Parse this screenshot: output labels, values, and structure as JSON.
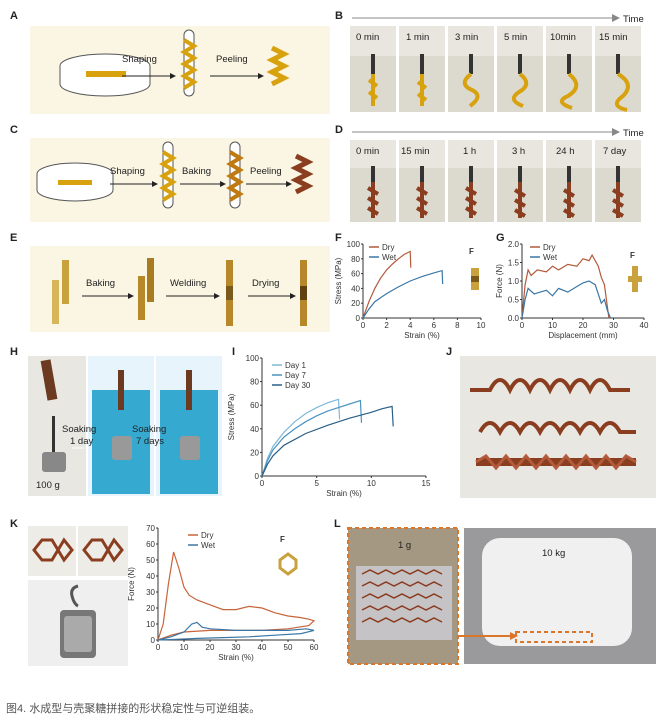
{
  "panels": {
    "A": {
      "label": "A",
      "steps": [
        "Shaping",
        "Peeling"
      ]
    },
    "B": {
      "label": "B",
      "time_label": "Time",
      "frames": [
        "0 min",
        "1 min",
        "3 min",
        "5 min",
        "10min",
        "15 min"
      ]
    },
    "C": {
      "label": "C",
      "steps": [
        "Shaping",
        "Baking",
        "Peeling"
      ]
    },
    "D": {
      "label": "D",
      "time_label": "Time",
      "frames": [
        "0 min",
        "15 min",
        "1 h",
        "3 h",
        "24 h",
        "7 day"
      ]
    },
    "E": {
      "label": "E",
      "steps": [
        "Baking",
        "Weldiing",
        "Drying"
      ]
    },
    "F": {
      "label": "F"
    },
    "G": {
      "label": "G"
    },
    "H": {
      "label": "H",
      "labels": [
        "Soaking\n1 day",
        "Soaking\n7 days",
        "100 g"
      ]
    },
    "I": {
      "label": "I"
    },
    "J": {
      "label": "J"
    },
    "K": {
      "label": "K"
    },
    "L": {
      "label": "L",
      "weights": [
        "1 g",
        "10 kg"
      ]
    }
  },
  "caption": "图4. 水成型与壳聚糖拼接的形状稳定性与可逆组装。",
  "colors": {
    "dry": "#b35a3c",
    "wet": "#3b77a6",
    "amber": "#d8a20e",
    "brown": "#8a3d1f",
    "blue_liquid": "#35a9cf",
    "orange_dash": "#d9762a"
  },
  "chart_data": [
    {
      "id": "F",
      "type": "line",
      "xlabel": "Strain (%)",
      "ylabel": "Stress (MPa)",
      "xlim": [
        0,
        10
      ],
      "ylim": [
        0,
        100
      ],
      "xticks": [
        0,
        2,
        4,
        6,
        8,
        10
      ],
      "yticks": [
        0,
        20,
        40,
        60,
        80,
        100
      ],
      "series": [
        {
          "name": "Dry",
          "color": "#b35a3c",
          "x": [
            0,
            0.5,
            1,
            1.5,
            2,
            2.5,
            3,
            3.5,
            4,
            4.05
          ],
          "y": [
            0,
            22,
            40,
            54,
            65,
            73,
            80,
            86,
            90,
            68
          ]
        },
        {
          "name": "Wet",
          "color": "#3b77a6",
          "x": [
            0,
            0.5,
            1,
            2,
            3,
            4,
            5,
            6,
            6.7,
            6.75
          ],
          "y": [
            0,
            12,
            22,
            33,
            42,
            50,
            56,
            61,
            64,
            46
          ]
        }
      ],
      "annotation": "F"
    },
    {
      "id": "G",
      "type": "line",
      "xlabel": "Displacement (mm)",
      "ylabel": "Force (N)",
      "xlim": [
        0,
        40
      ],
      "ylim": [
        0,
        2.0
      ],
      "xticks": [
        0,
        10,
        20,
        30,
        40
      ],
      "yticks": [
        0.0,
        0.5,
        1.0,
        1.5,
        2.0
      ],
      "series": [
        {
          "name": "Dry",
          "color": "#b35a3c",
          "x": [
            0,
            1,
            2,
            3,
            5,
            8,
            10,
            12,
            15,
            18,
            20,
            22,
            23,
            25,
            26,
            27,
            28,
            28.5
          ],
          "y": [
            0,
            0.9,
            1.3,
            1.15,
            1.3,
            1.25,
            1.4,
            1.3,
            1.45,
            1.4,
            1.6,
            1.55,
            1.7,
            1.4,
            1.1,
            0.9,
            0.3,
            0
          ]
        },
        {
          "name": "Wet",
          "color": "#3b77a6",
          "x": [
            0,
            1,
            2,
            4,
            6,
            8,
            10,
            12,
            15,
            18,
            20,
            22,
            24,
            26,
            27,
            28,
            29
          ],
          "y": [
            0,
            0.5,
            0.8,
            0.65,
            0.7,
            0.75,
            0.6,
            0.8,
            0.7,
            0.85,
            0.95,
            1.0,
            0.9,
            0.4,
            0.5,
            0.2,
            0
          ]
        }
      ],
      "annotation": "F"
    },
    {
      "id": "I",
      "type": "line",
      "xlabel": "Strain (%)",
      "ylabel": "Stress (MPa)",
      "xlim": [
        0,
        15
      ],
      "ylim": [
        0,
        100
      ],
      "xticks": [
        0,
        5,
        10,
        15
      ],
      "yticks": [
        0,
        20,
        40,
        60,
        80,
        100
      ],
      "series": [
        {
          "name": "Day 1",
          "color": "#7fb8d8",
          "x": [
            0,
            0.5,
            1,
            2,
            3,
            4,
            5,
            6,
            7,
            7.1
          ],
          "y": [
            0,
            15,
            25,
            37,
            46,
            53,
            58,
            62,
            65,
            48
          ]
        },
        {
          "name": "Day 7",
          "color": "#4b93bf",
          "x": [
            0,
            0.5,
            1,
            2,
            3,
            4,
            5,
            6,
            7,
            8,
            9,
            9.1
          ],
          "y": [
            0,
            13,
            22,
            33,
            40,
            46,
            51,
            55,
            58,
            61,
            64,
            45
          ]
        },
        {
          "name": "Day 30",
          "color": "#2a5f86",
          "x": [
            0,
            0.5,
            1,
            2,
            4,
            6,
            8,
            10,
            11,
            11.9,
            12
          ],
          "y": [
            0,
            10,
            17,
            26,
            36,
            43,
            49,
            54,
            57,
            59,
            42
          ]
        }
      ]
    },
    {
      "id": "K",
      "type": "line",
      "xlabel": "Strain (%)",
      "ylabel": "Force (N)",
      "xlim": [
        0,
        60
      ],
      "ylim": [
        0,
        70
      ],
      "xticks": [
        0,
        10,
        20,
        30,
        40,
        50,
        60
      ],
      "yticks": [
        0,
        10,
        20,
        30,
        40,
        50,
        60,
        70
      ],
      "series": [
        {
          "name": "Dry",
          "color": "#c8643a",
          "x": [
            0,
            2,
            4,
            6,
            8,
            10,
            12,
            15,
            20,
            25,
            30,
            35,
            40,
            45,
            50,
            55,
            58,
            60,
            58,
            50,
            40,
            30,
            20,
            10,
            5,
            0
          ],
          "y": [
            0,
            10,
            35,
            55,
            45,
            33,
            28,
            25,
            22,
            19,
            19,
            21,
            20,
            17,
            15,
            14,
            13,
            12,
            9,
            7,
            6,
            6,
            6,
            5,
            3,
            0
          ]
        },
        {
          "name": "Wet",
          "color": "#3b77a6",
          "x": [
            0,
            5,
            10,
            13,
            15,
            17,
            20,
            30,
            40,
            50,
            57,
            60,
            55,
            45,
            35,
            25,
            15,
            8,
            0
          ],
          "y": [
            0,
            2,
            5,
            10,
            11,
            8,
            7,
            6,
            6,
            6,
            7,
            6,
            4,
            3,
            2,
            1.5,
            1,
            0.5,
            0
          ]
        }
      ],
      "annotation": "F"
    }
  ]
}
